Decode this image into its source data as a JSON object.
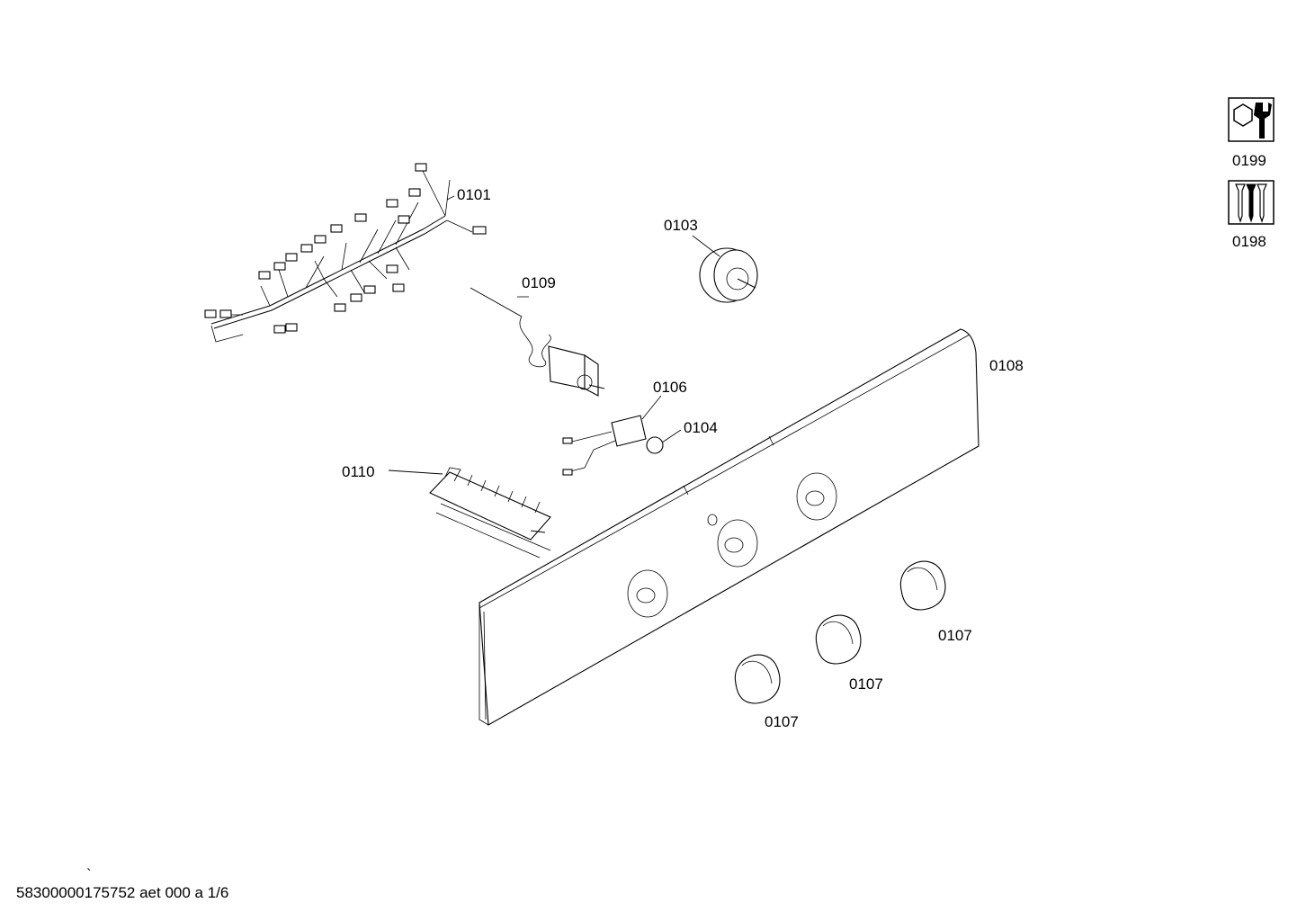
{
  "labels": {
    "p0101": "0101",
    "p0103": "0103",
    "p0109": "0109",
    "p0108": "0108",
    "p0106": "0106",
    "p0104": "0104",
    "p0110": "0110",
    "p0107a": "0107",
    "p0107b": "0107",
    "p0107c": "0107",
    "p0199": "0199",
    "p0198": "0198"
  },
  "icons": {
    "service_tools": "wrench-nut-icon",
    "screws": "screws-icon"
  },
  "footer": {
    "tick": "`",
    "doc_id": "58300000175752 aet 000 a 1/6"
  }
}
